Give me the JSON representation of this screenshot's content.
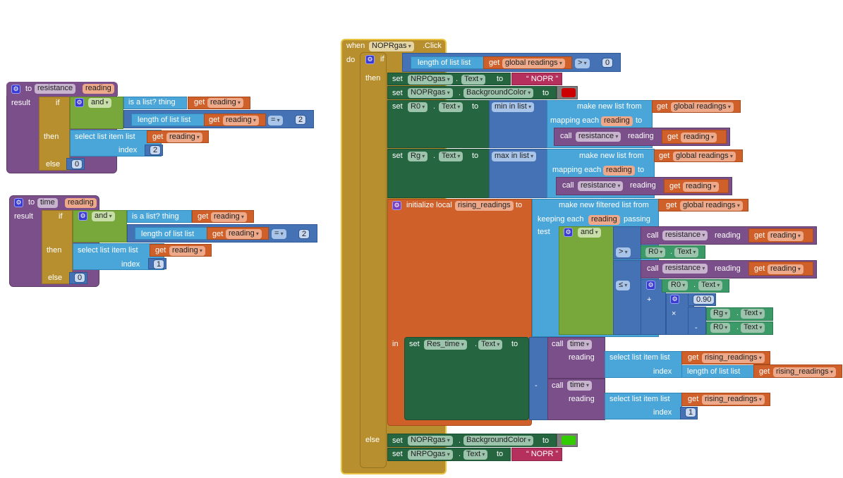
{
  "blocks": {
    "resistance_proc": {
      "to": "to",
      "name": "resistance",
      "param": "reading",
      "result": "result",
      "if": "if",
      "and": "and",
      "is_list": "is a list?  thing",
      "get": "get",
      "var": "reading",
      "length_of_list": "length of list  list",
      "eq": "=",
      "eq_value": "2",
      "then": "then",
      "select_list_item": "select list item  list",
      "index_label": "index",
      "index_value": "2",
      "else": "else",
      "else_value": "0"
    },
    "time_proc": {
      "to": "to",
      "name": "time",
      "param": "reading",
      "result": "result",
      "if": "if",
      "and": "and",
      "is_list": "is a list?  thing",
      "get": "get",
      "var": "reading",
      "length_of_list": "length of list  list",
      "eq": "=",
      "eq_value": "2",
      "then": "then",
      "select_list_item": "select list item  list",
      "index_label": "index",
      "index_value": "1",
      "else": "else",
      "else_value": "0"
    },
    "event": {
      "when": "when",
      "component": "NOPRgas",
      "event": ".Click",
      "do": "do",
      "if": "if",
      "length_of_list": "length of list  list",
      "get": "get",
      "global_readings": "global readings",
      "gt": ">",
      "gt_value": "0",
      "then": "then",
      "set": "set",
      "to": "to",
      "dot": ".",
      "nrpo": "NRPOgas",
      "noprgas": "NOPRgas",
      "text_prop": "Text",
      "bgcolor_prop": "BackgroundColor",
      "string_value": "NOPR",
      "red_color": "#cc0000",
      "green_color": "#33cc00",
      "r0": "R0",
      "rg": "Rg",
      "min_in_list": "min in list",
      "max_in_list": "max in list",
      "make_new_list_from": "make new list from",
      "mapping_each": "mapping each",
      "reading": "reading",
      "call": "call",
      "resistance": "resistance",
      "time": "time",
      "initialize_local": "initialize local",
      "rising_readings": "rising_readings",
      "make_new_filtered": "make new filtered list from",
      "keeping_each": "keeping each",
      "passing": "passing",
      "test": "test",
      "and": "and",
      "le": "≤",
      "plus": "+",
      "times": "×",
      "minus": "-",
      "factor": "0.90",
      "in": "in",
      "res_time": "Res_time",
      "select_list_item": "select list item  list",
      "index_label": "index",
      "index_one": "1",
      "else": "else"
    }
  }
}
